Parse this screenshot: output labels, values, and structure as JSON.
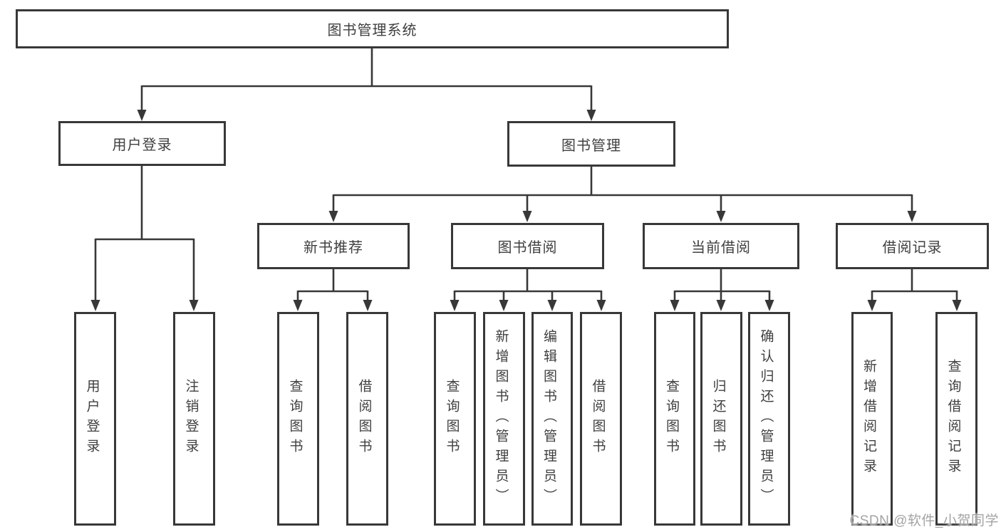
{
  "colors": {
    "line": "#383838",
    "text": "#404040",
    "watermark": "#a3a3a3",
    "background": "#ffffff"
  },
  "nodes": {
    "root": "图书管理系统",
    "user_login": "用户登录",
    "book_mgmt": "图书管理",
    "new_book_rec": "新书推荐",
    "book_borrow": "图书借阅",
    "current_borrow": "当前借阅",
    "borrow_records": "借阅记录",
    "leaf_login": "用户登录",
    "leaf_logout": "注销登录",
    "leaf_rec_query": "查询图书",
    "leaf_rec_borrow": "借阅图书",
    "leaf_bor_query": "查询图书",
    "leaf_bor_add": "新增图书（管理员）",
    "leaf_bor_edit": "编辑图书（管理员）",
    "leaf_bor_borrow": "借阅图书",
    "leaf_cur_query": "查询图书",
    "leaf_cur_return": "归还图书",
    "leaf_cur_confirm": "确认归还（管理员）",
    "leaf_hist_add": "新增借阅记录",
    "leaf_hist_query": "查询借阅记录"
  },
  "watermark": "CSDN @软件_小贺同学"
}
